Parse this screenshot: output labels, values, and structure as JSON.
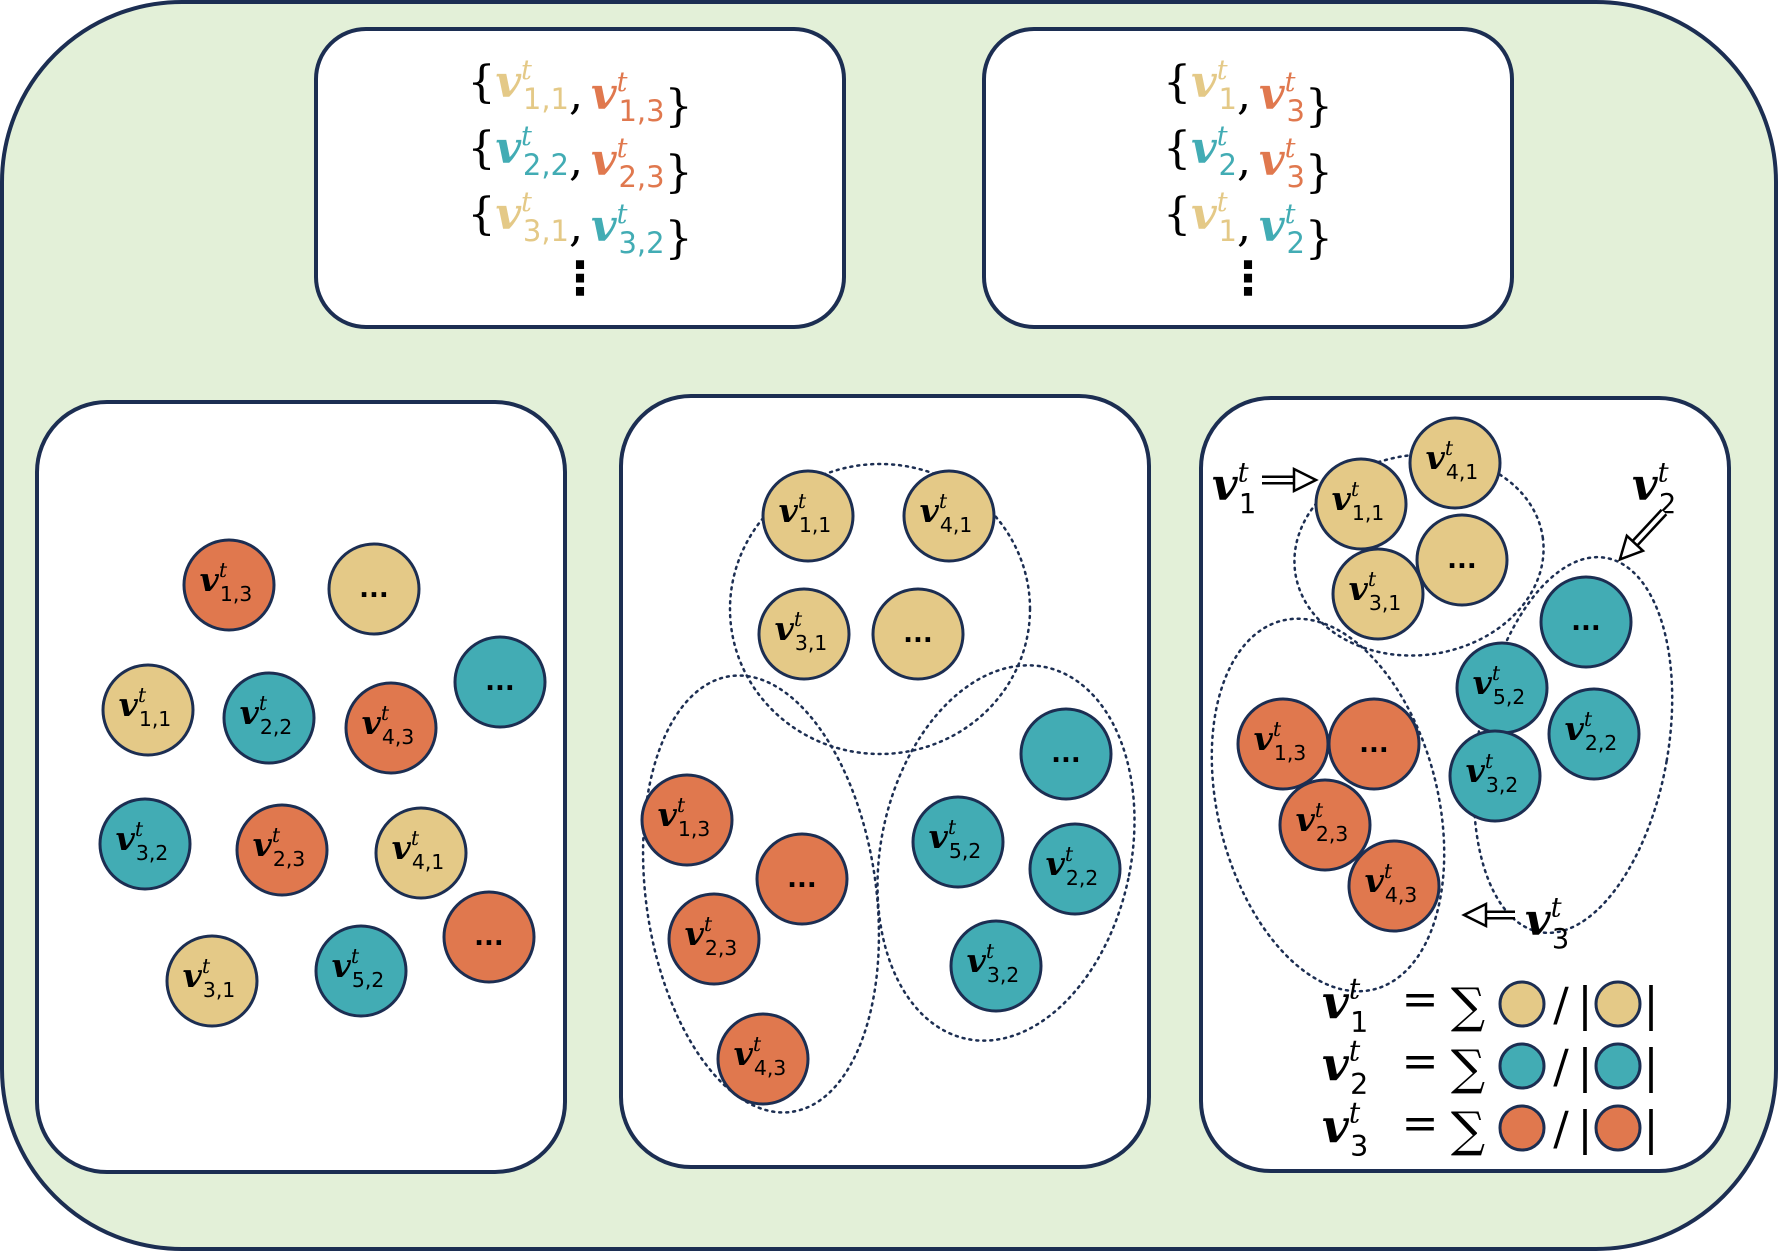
{
  "colors": {
    "outer_bg": "#e3f0d8",
    "border": "#1c2e52",
    "yellow": "#e4c987",
    "teal": "#42acb4",
    "orange": "#e0784e",
    "white": "#ffffff",
    "text": "#000000"
  },
  "label_base": "v",
  "time_sup": "t",
  "ellipsis": "...",
  "vdots": "⋮",
  "pair_sets": {
    "rows": [
      [
        {
          "sub": "1,1",
          "color": "yellow"
        },
        {
          "sub": "1,3",
          "color": "orange"
        }
      ],
      [
        {
          "sub": "2,2",
          "color": "teal"
        },
        {
          "sub": "2,3",
          "color": "orange"
        }
      ],
      [
        {
          "sub": "3,1",
          "color": "yellow"
        },
        {
          "sub": "3,2",
          "color": "teal"
        }
      ]
    ]
  },
  "prototype_sets": {
    "rows": [
      [
        {
          "sub": "1",
          "color": "yellow"
        },
        {
          "sub": "3",
          "color": "orange"
        }
      ],
      [
        {
          "sub": "2",
          "color": "teal"
        },
        {
          "sub": "3",
          "color": "orange"
        }
      ],
      [
        {
          "sub": "1",
          "color": "yellow"
        },
        {
          "sub": "2",
          "color": "teal"
        }
      ]
    ]
  },
  "panel_scattered": {
    "nodes": [
      {
        "sub": "1,3",
        "color": "orange"
      },
      {
        "sub": "",
        "color": "yellow"
      },
      {
        "sub": "1,1",
        "color": "yellow"
      },
      {
        "sub": "2,2",
        "color": "teal"
      },
      {
        "sub": "4,3",
        "color": "orange"
      },
      {
        "sub": "",
        "color": "teal"
      },
      {
        "sub": "3,2",
        "color": "teal"
      },
      {
        "sub": "2,3",
        "color": "orange"
      },
      {
        "sub": "4,1",
        "color": "yellow"
      },
      {
        "sub": "",
        "color": "orange"
      },
      {
        "sub": "3,1",
        "color": "yellow"
      },
      {
        "sub": "5,2",
        "color": "teal"
      }
    ]
  },
  "panel_grouped": {
    "nodes": [
      {
        "sub": "1,1",
        "color": "yellow"
      },
      {
        "sub": "4,1",
        "color": "yellow"
      },
      {
        "sub": "3,1",
        "color": "yellow"
      },
      {
        "sub": "",
        "color": "yellow"
      },
      {
        "sub": "1,3",
        "color": "orange"
      },
      {
        "sub": "",
        "color": "orange"
      },
      {
        "sub": "2,3",
        "color": "orange"
      },
      {
        "sub": "4,3",
        "color": "orange"
      },
      {
        "sub": "",
        "color": "teal"
      },
      {
        "sub": "5,2",
        "color": "teal"
      },
      {
        "sub": "2,2",
        "color": "teal"
      },
      {
        "sub": "3,2",
        "color": "teal"
      }
    ]
  },
  "panel_prototypes": {
    "nodes": [
      {
        "sub": "4,1",
        "color": "yellow"
      },
      {
        "sub": "1,1",
        "color": "yellow"
      },
      {
        "sub": "",
        "color": "yellow"
      },
      {
        "sub": "3,1",
        "color": "yellow"
      },
      {
        "sub": "",
        "color": "teal"
      },
      {
        "sub": "5,2",
        "color": "teal"
      },
      {
        "sub": "2,2",
        "color": "teal"
      },
      {
        "sub": "3,2",
        "color": "teal"
      },
      {
        "sub": "1,3",
        "color": "orange"
      },
      {
        "sub": "",
        "color": "orange"
      },
      {
        "sub": "2,3",
        "color": "orange"
      },
      {
        "sub": "4,3",
        "color": "orange"
      }
    ],
    "cluster_labels": [
      {
        "sub": "1"
      },
      {
        "sub": "2"
      },
      {
        "sub": "3"
      }
    ],
    "formulas": [
      {
        "sub": "1",
        "color": "yellow"
      },
      {
        "sub": "2",
        "color": "teal"
      },
      {
        "sub": "3",
        "color": "orange"
      }
    ],
    "equals": "=",
    "sum": "∑",
    "divide": "/",
    "bar": "|"
  }
}
